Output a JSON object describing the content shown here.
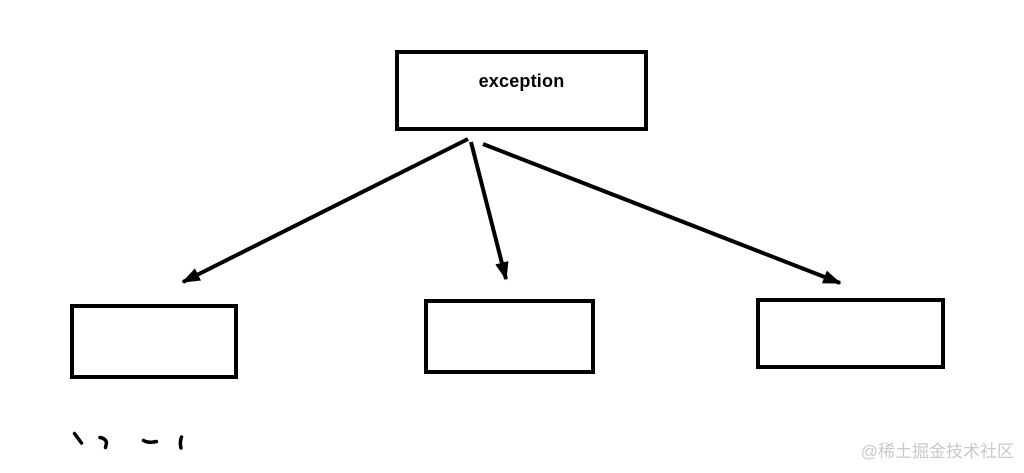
{
  "diagram": {
    "title": "exception hierarchy diagram",
    "root_node": {
      "label": "exception"
    },
    "child_nodes": [
      {
        "label": ""
      },
      {
        "label": ""
      },
      {
        "label": ""
      }
    ],
    "connectors": [
      {
        "name": "arrow-to-left-child",
        "from": "root",
        "to": "child-1",
        "style": "straight, filled arrowhead"
      },
      {
        "name": "arrow-to-middle-child",
        "from": "root",
        "to": "child-2",
        "style": "straight, filled arrowhead"
      },
      {
        "name": "arrow-to-right-child",
        "from": "root",
        "to": "child-3",
        "style": "straight, filled arrowhead"
      }
    ],
    "colors": {
      "line": "#000000",
      "background": "#ffffff"
    }
  },
  "annotations": {
    "pen_marks_note": "four small handwritten stroke fragments, bottom-left"
  },
  "watermark": {
    "text": "@稀土掘金技术社区",
    "color": "#c9c9c9"
  }
}
